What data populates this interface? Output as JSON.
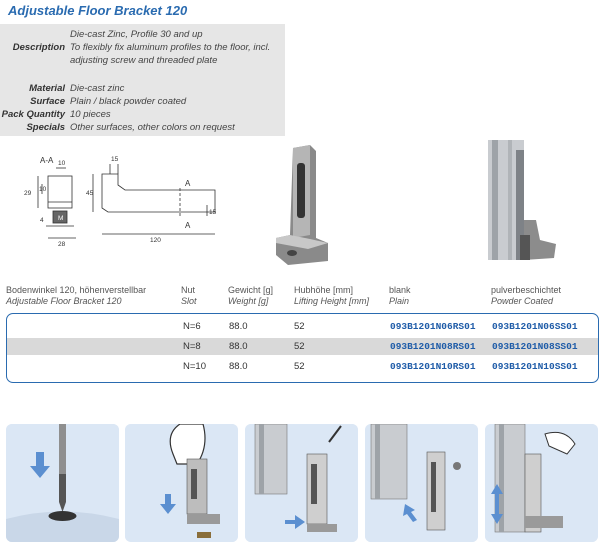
{
  "title": "Adjustable Floor Bracket 120",
  "info": [
    {
      "key": "",
      "value": "Die-cast Zinc, Profile 30 and up"
    },
    {
      "key": "Description",
      "value": "To flexibly fix aluminum profiles to the floor, incl."
    },
    {
      "key": "",
      "value": "adjusting screw and threaded plate"
    },
    {
      "key": "Material",
      "value": "Die-cast zinc"
    },
    {
      "key": "Surface",
      "value": "Plain / black powder coated"
    },
    {
      "key": "Pack Quantity",
      "value": "10 pieces"
    },
    {
      "key": "Specials",
      "value": "Other surfaces, other colors on request"
    }
  ],
  "drawing": {
    "section_label": "A-A",
    "dims": [
      "10",
      "10",
      "29",
      "4",
      "M",
      "28",
      "15",
      "45",
      "120",
      "15",
      "A",
      "A"
    ]
  },
  "table": {
    "headers": [
      {
        "de": "Bodenwinkel 120, höhenverstellbar",
        "en": "Adjustable Floor Bracket 120"
      },
      {
        "de": "Nut",
        "en": "Slot"
      },
      {
        "de": "Gewicht [g]",
        "en": "Weight [g]"
      },
      {
        "de": "Hubhöhe [mm]",
        "en": "Lifting Height [mm]"
      },
      {
        "de": "blank",
        "en": "Plain"
      },
      {
        "de": "pulverbeschichtet",
        "en": "Powder Coated"
      }
    ],
    "rows": [
      {
        "slot": "N=6",
        "weight": "88.0",
        "lift": "52",
        "plain": "093B1201N06RS01",
        "coated": "093B1201N06SS01"
      },
      {
        "slot": "N=8",
        "weight": "88.0",
        "lift": "52",
        "plain": "093B1201N08RS01",
        "coated": "093B1201N08SS01"
      },
      {
        "slot": "N=10",
        "weight": "88.0",
        "lift": "52",
        "plain": "093B1201N10RS01",
        "coated": "093B1201N10SS01"
      }
    ]
  },
  "colors": {
    "accent": "#2a6bb0",
    "panel": "#dbe7f5",
    "arrow": "#5b8fd0"
  }
}
